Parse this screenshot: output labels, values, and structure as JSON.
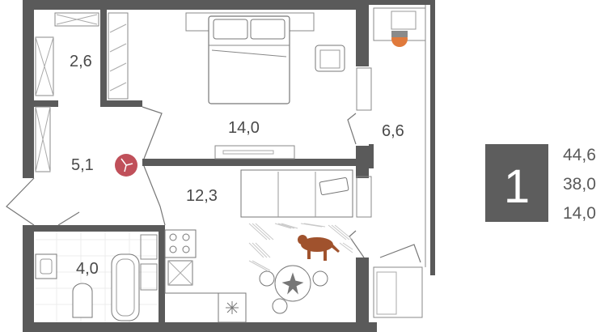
{
  "rooms": {
    "wardrobe": "2,6",
    "bedroom": "14,0",
    "hall": "5,1",
    "living": "12,3",
    "balcony": "6,6",
    "bathroom": "4,0"
  },
  "summary": {
    "rooms_count": "1",
    "total_area": "44,6",
    "living_area": "38,0",
    "kitchen_area": "14,0"
  },
  "colors": {
    "wall": "#5a5a5a",
    "badge": "#5d5d5d",
    "accent_orange": "#e07a3c",
    "accent_red": "#c0505a",
    "rug": "#c9c9c9",
    "dog": "#a0522d"
  }
}
